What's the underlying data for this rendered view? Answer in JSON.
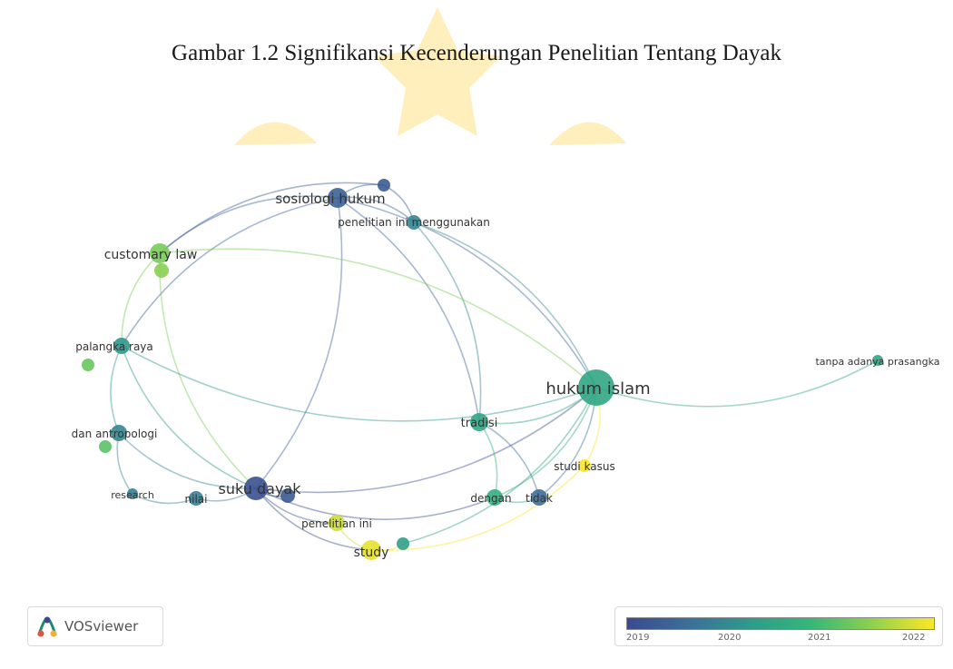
{
  "caption": "Gambar 1.2 Signifikansi Kecenderungan Penelitian Tentang Dayak",
  "watermark_color": "#fde9a6",
  "brand": {
    "name": "VOSviewer",
    "icon": "vosviewer-logo-icon"
  },
  "legend": {
    "ticks": [
      "2019",
      "2020",
      "2021",
      "2022"
    ],
    "colormap": "viridis",
    "min": 2019,
    "max": 2022
  },
  "nodes": [
    {
      "id": "sosiologi",
      "label": "sosiologi hukum",
      "year": 2019.4
    },
    {
      "id": "purple_top",
      "label": "",
      "year": 2019.3
    },
    {
      "id": "penelitian_menggunakan",
      "label": "penelitian ini menggunakan",
      "year": 2020.0
    },
    {
      "id": "customary",
      "label": "customary law",
      "year": 2021.4
    },
    {
      "id": "customary_b",
      "label": "",
      "year": 2021.5
    },
    {
      "id": "palangka",
      "label": "palangka raya",
      "year": 2020.3
    },
    {
      "id": "palangka_b",
      "label": "",
      "year": 2021.3
    },
    {
      "id": "antropologi",
      "label": "dan antropologi",
      "year": 2020.0
    },
    {
      "id": "antropologi_b",
      "label": "",
      "year": 2021.2
    },
    {
      "id": "research",
      "label": "research",
      "year": 2019.9
    },
    {
      "id": "nilai",
      "label": "nilai",
      "year": 2019.9
    },
    {
      "id": "suku",
      "label": "suku dayak",
      "year": 2019.1
    },
    {
      "id": "suku_b",
      "label": "",
      "year": 2019.3
    },
    {
      "id": "penelitian_ini",
      "label": "penelitian ini",
      "year": 2021.8
    },
    {
      "id": "study",
      "label": "study",
      "year": 2021.9
    },
    {
      "id": "teal_small",
      "label": "",
      "year": 2020.5
    },
    {
      "id": "dengan",
      "label": "dengan",
      "year": 2020.8
    },
    {
      "id": "tidak",
      "label": "tidak",
      "year": 2019.6
    },
    {
      "id": "studi_kasus",
      "label": "studi kasus",
      "year": 2022.0
    },
    {
      "id": "tradisi",
      "label": "tradisi",
      "year": 2020.6
    },
    {
      "id": "hukum_islam",
      "label": "hukum islam",
      "year": 2020.6
    },
    {
      "id": "tanpa",
      "label": "tanpa adanya prasangka",
      "year": 2020.6
    }
  ],
  "links": [
    [
      "sosiologi",
      "purple_top"
    ],
    [
      "sosiologi",
      "penelitian_menggunakan"
    ],
    [
      "sosiologi",
      "customary"
    ],
    [
      "sosiologi",
      "palangka"
    ],
    [
      "sosiologi",
      "suku"
    ],
    [
      "sosiologi",
      "hukum_islam"
    ],
    [
      "sosiologi",
      "tradisi"
    ],
    [
      "purple_top",
      "penelitian_menggunakan"
    ],
    [
      "purple_top",
      "customary"
    ],
    [
      "penelitian_menggunakan",
      "hukum_islam"
    ],
    [
      "penelitian_menggunakan",
      "tradisi"
    ],
    [
      "customary",
      "hukum_islam"
    ],
    [
      "customary",
      "palangka"
    ],
    [
      "customary",
      "suku"
    ],
    [
      "palangka",
      "antropologi"
    ],
    [
      "palangka",
      "suku"
    ],
    [
      "palangka",
      "hukum_islam"
    ],
    [
      "antropologi",
      "research"
    ],
    [
      "antropologi",
      "suku"
    ],
    [
      "research",
      "nilai"
    ],
    [
      "nilai",
      "suku"
    ],
    [
      "suku",
      "suku_b"
    ],
    [
      "suku",
      "penelitian_ini"
    ],
    [
      "suku",
      "study"
    ],
    [
      "suku",
      "dengan"
    ],
    [
      "suku",
      "hukum_islam"
    ],
    [
      "penelitian_ini",
      "study"
    ],
    [
      "study",
      "teal_small"
    ],
    [
      "teal_small",
      "hukum_islam"
    ],
    [
      "dengan",
      "tidak"
    ],
    [
      "dengan",
      "hukum_islam"
    ],
    [
      "dengan",
      "tradisi"
    ],
    [
      "tidak",
      "hukum_islam"
    ],
    [
      "tidak",
      "tradisi"
    ],
    [
      "studi_kasus",
      "hukum_islam"
    ],
    [
      "studi_kasus",
      "study"
    ],
    [
      "tradisi",
      "hukum_islam"
    ],
    [
      "hukum_islam",
      "tanpa"
    ]
  ]
}
